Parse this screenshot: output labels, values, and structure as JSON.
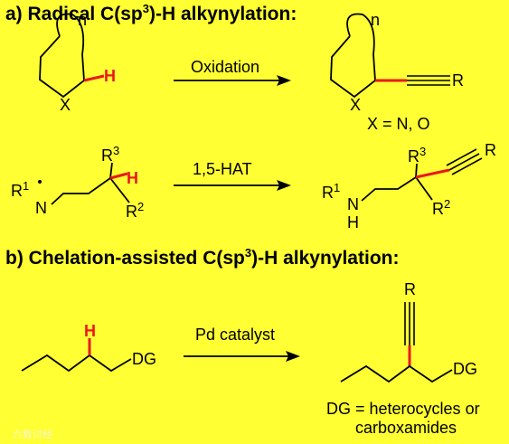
{
  "section_a": {
    "title_pre": "a) Radical C(sp",
    "title_sup": "3",
    "title_post": ")-H alkynylation:"
  },
  "section_b": {
    "title_pre": "b) Chelation-assisted C(sp",
    "title_sup": "3",
    "title_post": ")-H alkynylation:"
  },
  "reaction1": {
    "n_label": "n",
    "h_label": "H",
    "x_label": "X",
    "arrow_label": "Oxidation",
    "r_label": "R",
    "condition": "X = N, O"
  },
  "reaction2": {
    "r1": "R",
    "r1_sup": "1",
    "n_atom": "N",
    "r3": "R",
    "r3_sup": "3",
    "r2": "R",
    "r2_sup": "2",
    "h_label": "H",
    "arrow_label": "1,5-HAT",
    "h_below": "H",
    "r_label": "R"
  },
  "reaction3": {
    "h_label": "H",
    "dg_label": "DG",
    "arrow_label": "Pd catalyst",
    "r_label": "R",
    "note_line1": "DG = heterocycles or",
    "note_line2": "carboxamides"
  },
  "watermark": "六数讨经",
  "colors": {
    "background": "#ffff33",
    "highlight": "#e8191b",
    "ink": "#000000"
  }
}
